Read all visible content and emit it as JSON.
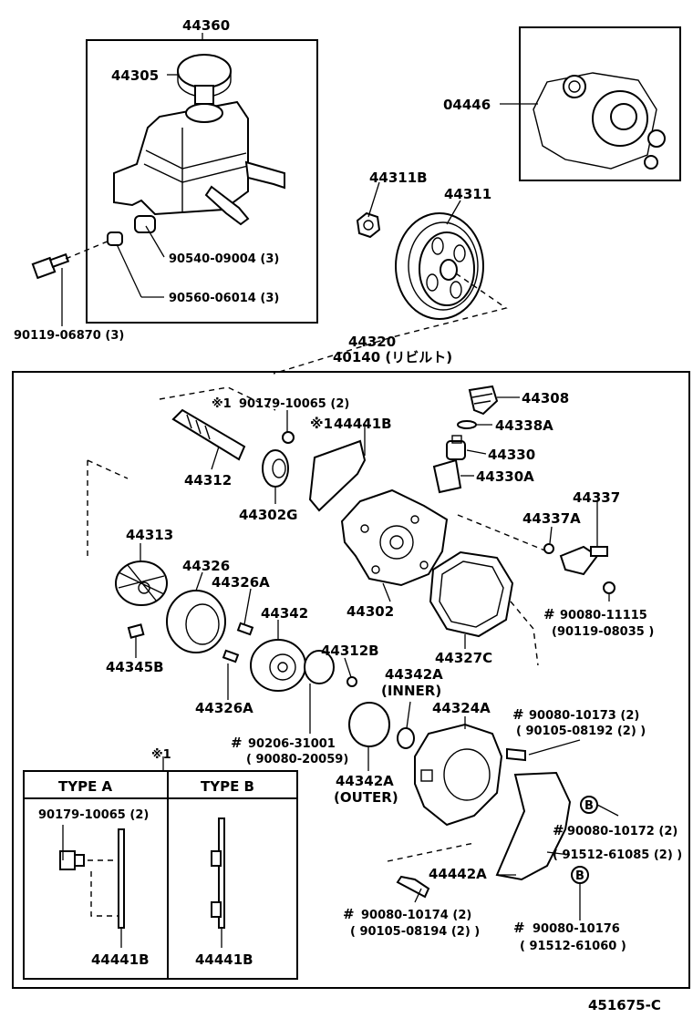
{
  "labels": {
    "p44360": "44360",
    "p44305": "44305",
    "p04446": "04446",
    "p44311B": "44311B",
    "p44311": "44311",
    "p90540": "90540-09004 (3)",
    "p90560": "90560-06014 (3)",
    "p90119": "90119-06870 (3)",
    "p44320": "44320",
    "p40140": "40140 (リビルト)",
    "mark1a": "※1",
    "p90179": "90179-10065 (2)",
    "mark1b": "※1",
    "p44441B": "44441B",
    "p44308": "44308",
    "p44338A": "44338A",
    "p44330": "44330",
    "p44330A": "44330A",
    "p44312": "44312",
    "p44302G": "44302G",
    "p44337": "44337",
    "p44337A": "44337A",
    "p44313": "44313",
    "p44326": "44326",
    "p44326A_top": "44326A",
    "p44342": "44342",
    "p44302": "44302",
    "hash1": "#",
    "p90080_11115": "90080-11115",
    "p90119_08035": "(90119-08035 )",
    "p44327C": "44327C",
    "p44345B": "44345B",
    "p44312B": "44312B",
    "p44342A": "44342A",
    "inner": "(INNER)",
    "p44324A": "44324A",
    "hash2": "#",
    "p90080_10173": "90080-10173 (2)",
    "p90105_08192": "( 90105-08192 (2) )",
    "p44326A_bot": "44326A",
    "hash3": "#",
    "p90206": "90206-31001",
    "p90080_20059": "( 90080-20059)",
    "p44342A_outer": "44342A",
    "outer": "(OUTER)",
    "mark1c": "※1",
    "hash4": "#",
    "p90080_10172": "90080-10172 (2)",
    "p91512_61085": "( 91512-61085 (2) )",
    "p44442A": "44442A",
    "hash5": "#",
    "p90080_10174": "90080-10174 (2)",
    "p90105_08194": "( 90105-08194 (2) )",
    "hash6": "#",
    "p90080_10176": "90080-10176",
    "p91512_61060": "( 91512-61060 )",
    "markB1": "B",
    "markB2": "B",
    "diagram_id": "451675-C"
  },
  "type_table": {
    "header_a": "TYPE A",
    "header_b": "TYPE B",
    "part_a": "90179-10065 (2)",
    "label_a": "44441B",
    "label_b": "44441B"
  }
}
